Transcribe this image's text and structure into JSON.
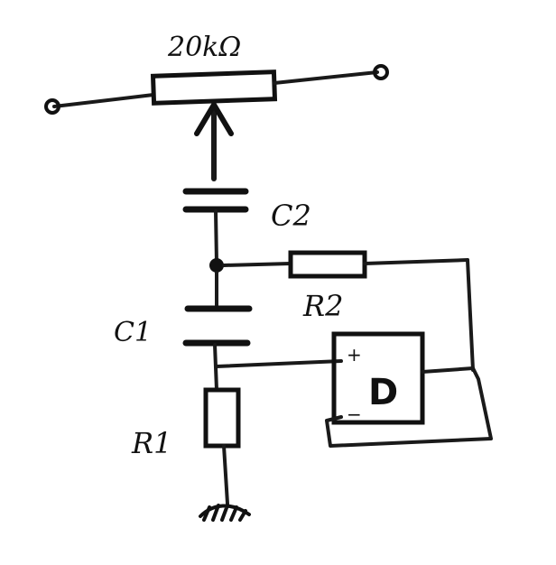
{
  "diagram": {
    "labels": {
      "pot": "20kΩ",
      "c2": "C2",
      "r2": "R2",
      "c1": "C1",
      "r1": "R1",
      "opamp_symbol": "D",
      "plus": "+",
      "minus": "−"
    },
    "colors": {
      "ink": "#111111",
      "paper": "#ffffff"
    }
  }
}
